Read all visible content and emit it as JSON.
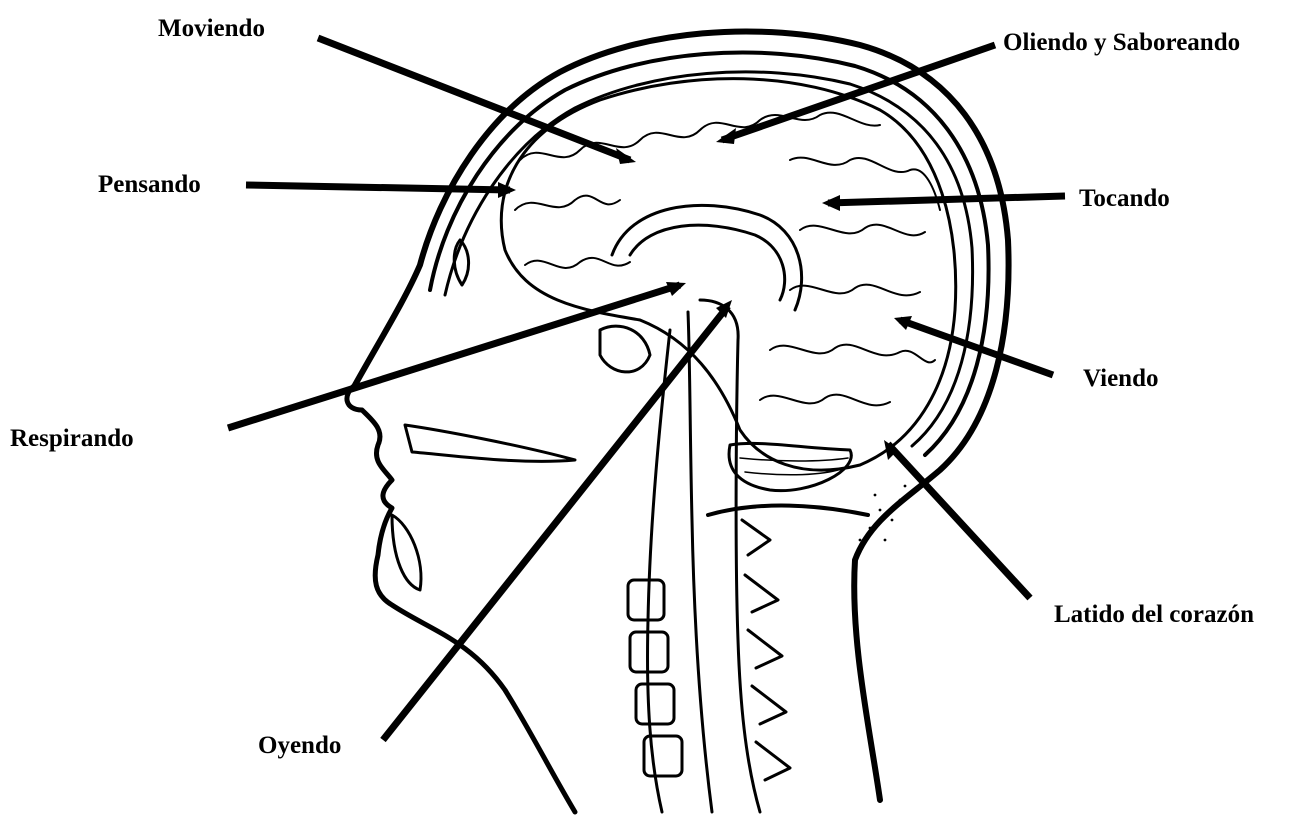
{
  "labels": {
    "moving": "Moviendo",
    "smelling_tasting": "Oliendo y Saboreando",
    "thinking": "Pensando",
    "touching": "Tocando",
    "breathing": "Respirando",
    "seeing": "Viendo",
    "heartbeat": "Latido del corazón",
    "hearing": "Oyendo"
  },
  "colors": {
    "ink": "#000000",
    "background": "#ffffff"
  }
}
